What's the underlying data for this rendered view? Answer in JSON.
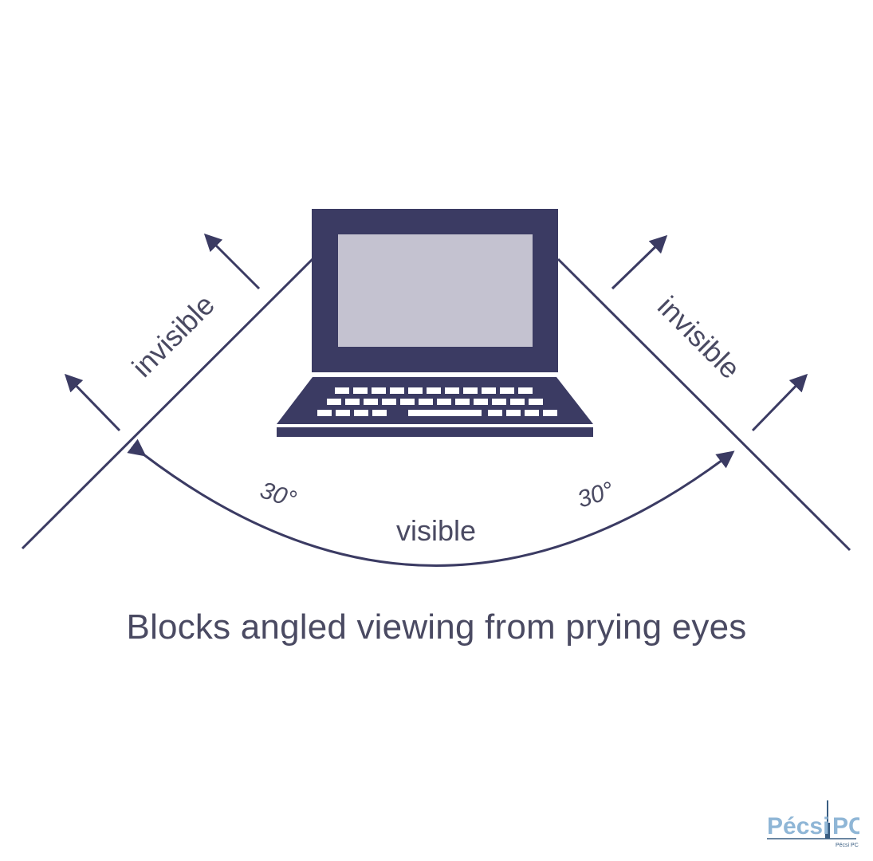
{
  "colors": {
    "ink": "#3b3b63",
    "screen": "#c4c2d0",
    "keys": "#ffffff",
    "text": "#4a4a62",
    "logo": "#8fb6d6",
    "logo_dark": "#3a5e82"
  },
  "diagram": {
    "left_zone_label": "invisible",
    "right_zone_label": "invisible",
    "center_zone_label": "visible",
    "left_angle_label": "30°",
    "right_angle_label": "30°"
  },
  "caption": "Blocks angled viewing from prying eyes",
  "logo": {
    "name": "PécsiPC",
    "tagline": "Pécsi PC Kft."
  }
}
